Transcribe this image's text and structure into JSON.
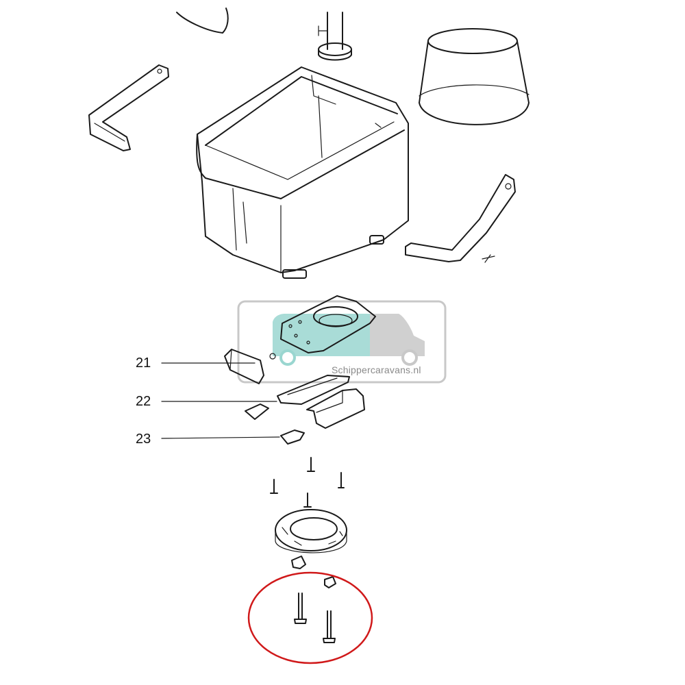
{
  "callouts": [
    {
      "label": "21"
    },
    {
      "label": "22"
    },
    {
      "label": "23"
    }
  ],
  "watermark": {
    "text": "Schippercaravans.nl"
  },
  "colors": {
    "line": "#1a1a1a",
    "highlight": "#d0191a",
    "watermark_teal": "#9ad6d0",
    "watermark_gray": "#c8c8c8"
  }
}
